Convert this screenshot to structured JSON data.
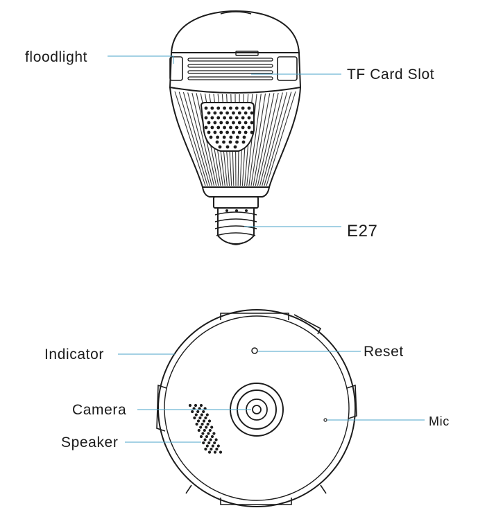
{
  "labels": {
    "floodlight": "floodlight",
    "tf_card_slot": "TF Card Slot",
    "e27": "E27",
    "indicator": "Indicator",
    "reset": "Reset",
    "camera": "Camera",
    "mic": "Mic",
    "speaker": "Speaker"
  },
  "colors": {
    "leader_line": "#4aa3c8",
    "outline": "#1c1c1c",
    "background": "#ffffff"
  }
}
